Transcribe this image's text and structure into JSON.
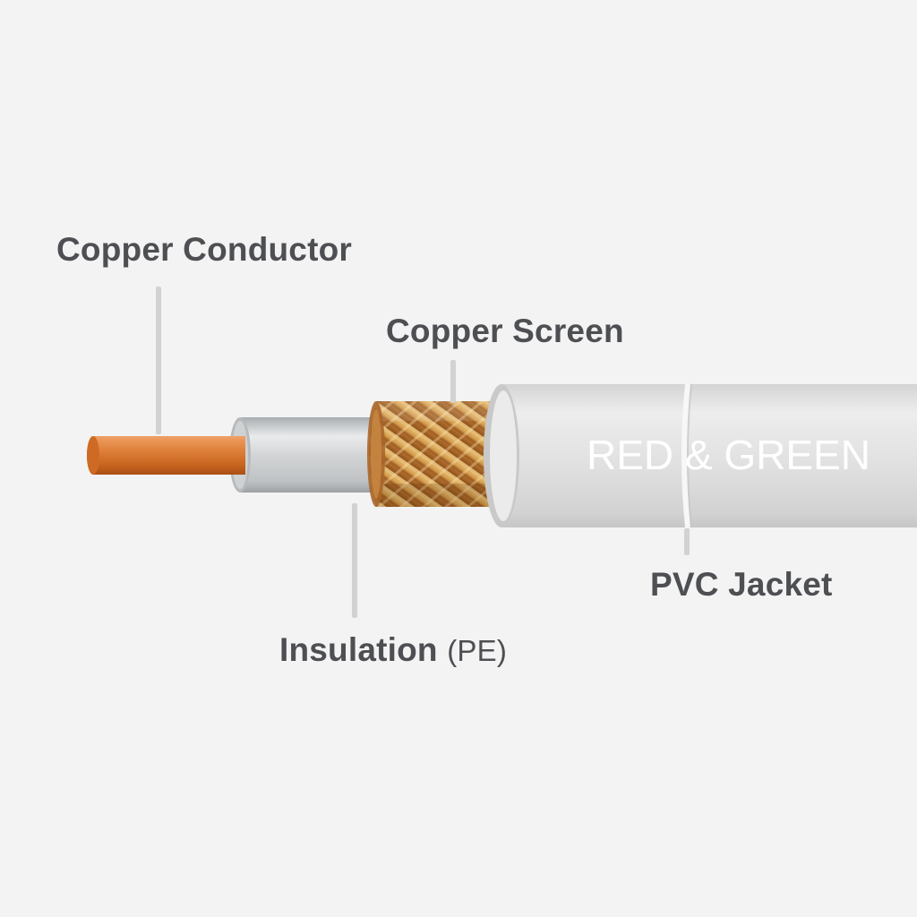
{
  "labels": {
    "conductor": "Copper Conductor",
    "screen": "Copper Screen",
    "insulation": "Insulation",
    "insulation_material": "(PE)",
    "jacket": "PVC Jacket"
  },
  "jacket_print": "RED & GREEN",
  "colors": {
    "background": "#f3f3f3",
    "label_text": "#4d4f52",
    "copper": "#d9782d",
    "braid_gold": "#d4a04a",
    "insulation": "#c9cbcc",
    "jacket": "#e3e3e3"
  }
}
